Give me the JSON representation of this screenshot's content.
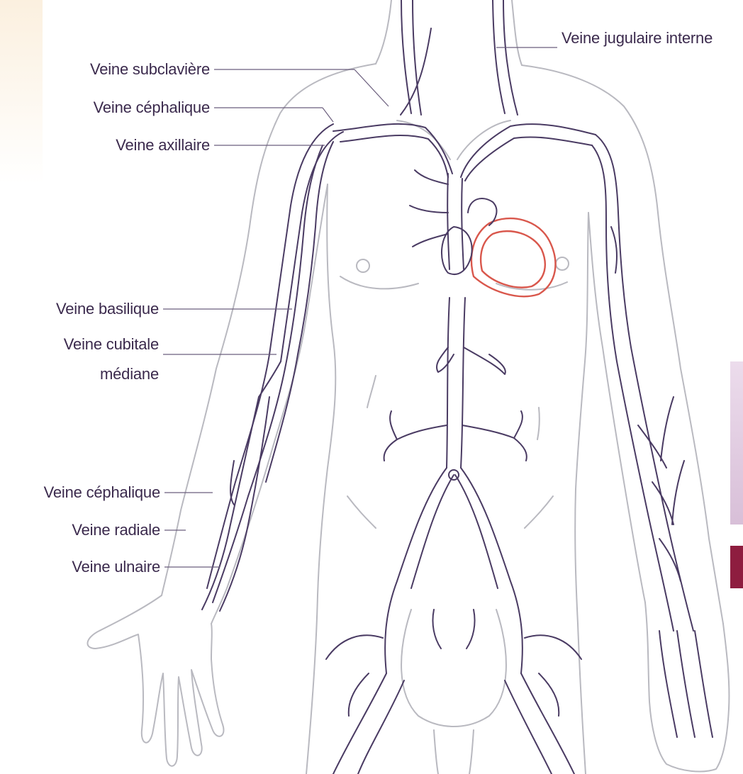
{
  "labels": {
    "jugular_interne": "Veine jugulaire interne",
    "subclaviere": "Veine subclavière",
    "cephalique_upper": "Veine céphalique",
    "axillaire": "Veine axillaire",
    "basilique": "Veine basilique",
    "cubitale_line1": "Veine cubitale",
    "cubitale_line2": "médiane",
    "cephalique_lower": "Veine céphalique",
    "radiale": "Veine radiale",
    "ulnaire": "Veine ulnaire"
  },
  "colors": {
    "vein": "#4a3b63",
    "body_outline": "#b9b9c0",
    "heart": "#d9574c",
    "label_text": "#3b2a4d"
  },
  "icons": [
    "heart-icon",
    "body-outline-icon"
  ]
}
